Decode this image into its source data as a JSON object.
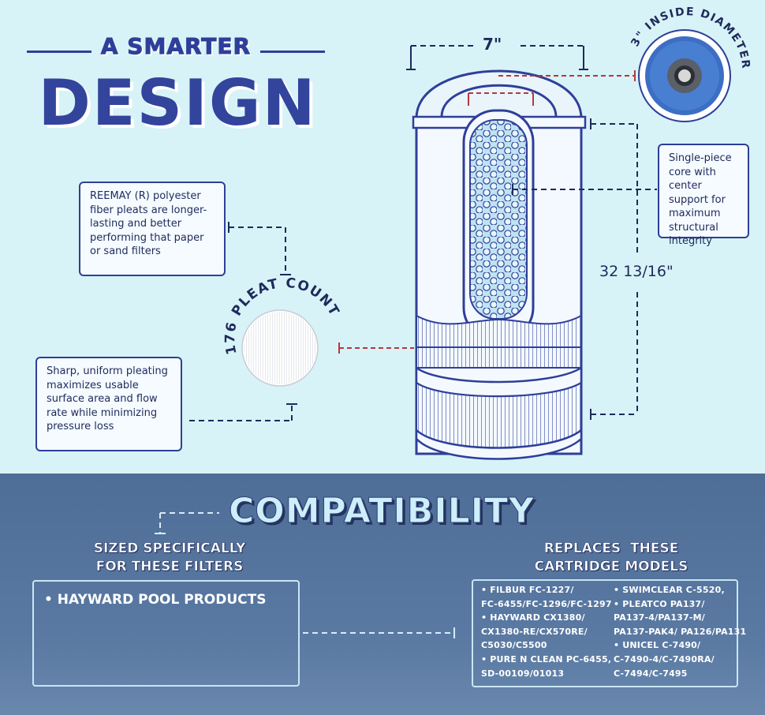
{
  "heading": {
    "small": "A SMARTER",
    "big": "DESIGN"
  },
  "dimensions": {
    "width": "7\"",
    "inside_diameter": "3\" INSIDE DIAMETER",
    "height": "32 13/16\""
  },
  "callouts": {
    "pleats": "REEMAY (R) polyester fiber pleats are longer-lasting and better performing that paper or sand filters",
    "uniform": "Sharp, uniform pleating maximizes usable surface area and flow rate while minimizing pressure loss",
    "core": "Single-piece core with center support for maximum structural integrity"
  },
  "pleat_count": "176 PLEAT COUNT",
  "compatibility": {
    "title": "COMPATIBILITY",
    "sized_heading": [
      "SIZED SPECIFICALLY",
      "FOR THESE FILTERS"
    ],
    "replaces_heading": [
      "REPLACES  THESE",
      "CARTRIDGE MODELS"
    ],
    "brand": "• HAYWARD POOL PRODUCTS",
    "models_left": [
      "• FILBUR FC-1227/",
      "FC-6455/FC-1296/FC-1297",
      "• HAYWARD CX1380/",
      "CX1380-RE/CX570RE/",
      "C5030/C5500",
      "• PURE N CLEAN PC-6455,",
      "SD-00109/01013"
    ],
    "models_right": [
      "• SWIMCLEAR C-5520,",
      "• PLEATCO PA137/",
      "PA137-4/PA137-M/",
      "PA137-PAK4/ PA126/PA131",
      "• UNICEL C-7490/",
      "C-7490-4/C-7490RA/",
      "C-7494/C-7495"
    ]
  },
  "colors": {
    "navy": "#2e3f99",
    "light_bg": "#d8f3f7",
    "steel_blue": "#5475a0",
    "accent_red": "#b5383a"
  }
}
